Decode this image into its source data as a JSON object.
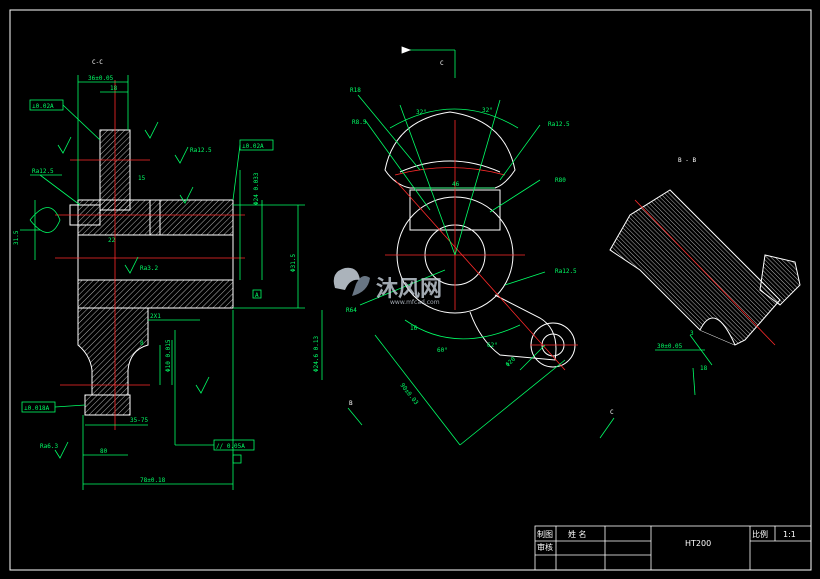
{
  "colors": {
    "background": "#000000",
    "outline": "#ffffff",
    "dimension": "#00ff66",
    "centerline": "#ff2a2a",
    "watermark": "#c9d2dc"
  },
  "views": {
    "section_cc": "C-C",
    "section_bb": "B - B",
    "arrow_c_top": "C",
    "arrow_b": "B",
    "arrow_c_bottom": "C"
  },
  "left_view": {
    "dim_top_width": "36±0.05",
    "dim_top_small": "18",
    "tol_top": "⊥0.02A",
    "tol_right": "⊥0.02A",
    "ra_mid": "Ra12.5",
    "ra_left": "Ra12.5",
    "ra_bore": "Ra3.2",
    "dim_15": "15",
    "dim_left_bore": "31.5",
    "dim_right_diam": "Φ24 0.033",
    "dim_right_outer": "Φ31.5",
    "dim_far_right": "Φ24.6 0.13",
    "dim_22": "22",
    "chamfer": "2X1",
    "dim_8": "8",
    "dim_depth": "Φ10 0.015",
    "tol_bottom_left": "⊥0.018A",
    "dim_bottom": "35-75",
    "ra_bottom": "Ra6.3",
    "dim_bottom_small": "80",
    "tol_bottom_right": "// 0.05A",
    "dim_overall": "78±0.18",
    "datum": "A"
  },
  "middle_view": {
    "r_top": "R18",
    "r_inner": "R8.5",
    "angle_left": "32°",
    "angle_right": "32°",
    "ra_top_right": "Ra12.5",
    "width_46": "46",
    "r_arm": "R80",
    "ra_mid_right": "Ra12.5",
    "r_lower": "R64",
    "dim_16": "16",
    "angle_60": "60°",
    "angle_62": "62°",
    "dim_diag": "90±0.03",
    "dim_small": "Φ20"
  },
  "right_view": {
    "dim": "30±0.05",
    "dim_small": "3",
    "dim_18": "18"
  },
  "title_block": {
    "drawn_label": "制图",
    "checked_label": "审核",
    "name_label": "姓 名",
    "material": "HT200",
    "scale_label": "比例",
    "scale_value": "1:1"
  },
  "watermark": {
    "brand": "沐风网",
    "url": "www.mfcad.com"
  }
}
